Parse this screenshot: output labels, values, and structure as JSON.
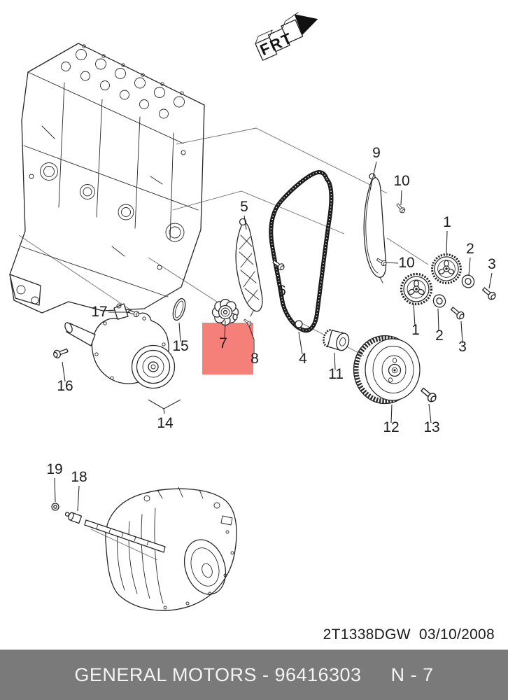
{
  "direction_marker": {
    "label": "FRT"
  },
  "highlight": {
    "part": "7",
    "box_color": "#f5807a",
    "label_color": "#7b2b24"
  },
  "callouts": [
    {
      "label": "9"
    },
    {
      "label": "10"
    },
    {
      "label": "1"
    },
    {
      "label": "2"
    },
    {
      "label": "3"
    },
    {
      "label": "10"
    },
    {
      "label": "1"
    },
    {
      "label": "2"
    },
    {
      "label": "3"
    },
    {
      "label": "5"
    },
    {
      "label": "6"
    },
    {
      "label": "4"
    },
    {
      "label": "11"
    },
    {
      "label": "12"
    },
    {
      "label": "13"
    },
    {
      "label": "7",
      "highlighted": true
    },
    {
      "label": "8"
    },
    {
      "label": "17"
    },
    {
      "label": "15"
    },
    {
      "label": "16"
    },
    {
      "label": "14"
    },
    {
      "label": "19"
    },
    {
      "label": "18"
    }
  ],
  "stamp": {
    "code": "2T1338DGW",
    "date": "03/10/2008"
  },
  "footer": {
    "brand_part": "GENERAL MOTORS - 96416303",
    "page_ref": "N - 7",
    "bar_color": "#7a7a7a",
    "text_color": "#f4f4f4"
  }
}
